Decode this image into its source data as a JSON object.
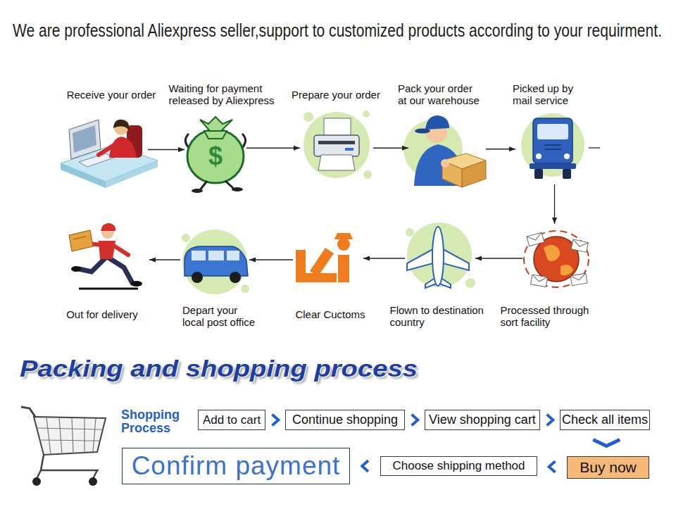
{
  "diagram": {
    "title": "We are professional Aliexpress seller,support to customized products according to your requirment.",
    "nodes": [
      {
        "text": [
          "Receive your order"
        ]
      },
      {
        "text": [
          "Waiting for payment released by Aliexpress"
        ]
      },
      {
        "text": [
          "Prepare your order"
        ]
      },
      {
        "text": [
          "Pack your order at our warehouse"
        ]
      },
      {
        "text": [
          "Picked up by mail service"
        ]
      },
      {
        "text": [
          "Processed through sort facility"
        ]
      },
      {
        "text": [
          "Flown to destination country"
        ]
      },
      {
        "text": [
          "Clear Cuctoms"
        ]
      },
      {
        "text": [
          "Depart your local post office"
        ]
      },
      {
        "text": [
          "Out for delivery"
        ]
      },
      {
        "text": [
          "Add to cart"
        ]
      },
      {
        "text": [
          "Continue shopping"
        ]
      },
      {
        "text": [
          "View shopping cart"
        ]
      },
      {
        "text": [
          "Check all items"
        ]
      },
      {
        "text": [
          "Buy now"
        ]
      },
      {
        "text": [
          "Choose shipping method"
        ]
      },
      {
        "text": [
          "Confirm payment"
        ]
      }
    ],
    "edges": [
      {
        "from": 0,
        "to": 1,
        "arrow": "to"
      },
      {
        "from": 1,
        "to": 2,
        "arrow": "to"
      },
      {
        "from": 2,
        "to": 3,
        "arrow": "to"
      },
      {
        "from": 3,
        "to": 4,
        "arrow": "to"
      },
      {
        "from": 4,
        "to": 5,
        "arrow": "to"
      },
      {
        "from": 5,
        "to": 6,
        "arrow": "to"
      },
      {
        "from": 6,
        "to": 7,
        "arrow": "to"
      },
      {
        "from": 7,
        "to": 8,
        "arrow": "to"
      },
      {
        "from": 8,
        "to": 9,
        "arrow": "to"
      },
      {
        "from": 10,
        "to": 11,
        "arrow": "to"
      },
      {
        "from": 11,
        "to": 12,
        "arrow": "to"
      },
      {
        "from": 12,
        "to": 13,
        "arrow": "to"
      },
      {
        "from": 13,
        "to": 14,
        "arrow": "to"
      },
      {
        "from": 14,
        "to": 15,
        "arrow": "to"
      },
      {
        "from": 15,
        "to": 16,
        "arrow": "to"
      }
    ],
    "labels": [
      "Packing and shopping process",
      "Shopping Process",
      "$"
    ]
  }
}
